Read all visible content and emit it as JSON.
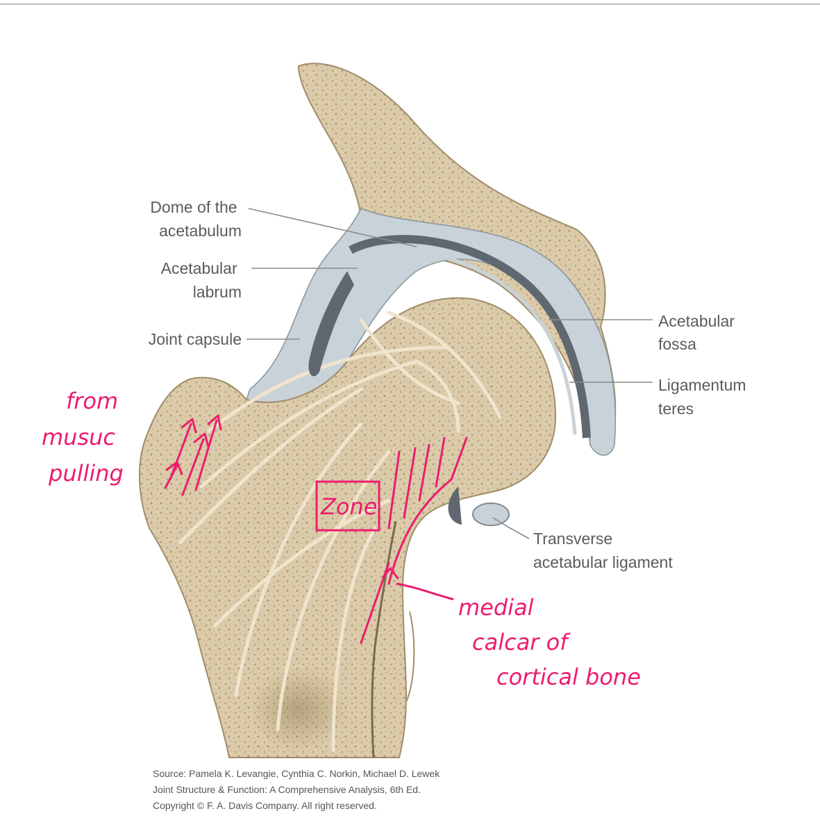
{
  "labels": {
    "dome": [
      "Dome of the",
      "acetabulum"
    ],
    "labrum": [
      "Acetabular",
      "labrum"
    ],
    "capsule": [
      "Joint capsule"
    ],
    "fossa": [
      "Acetabular",
      "fossa"
    ],
    "teres": [
      "Ligamentum",
      "teres"
    ],
    "transverse": [
      "Transverse",
      "acetabular ligament"
    ]
  },
  "annotations": {
    "muscle": [
      "from",
      "musuc",
      "pulling"
    ],
    "zone": "Zone",
    "calcar": [
      "medial",
      "calcar of",
      "cortical bone"
    ]
  },
  "source": [
    "Source: Pamela K. Levangie, Cynthia C. Norkin, Michael D. Lewek",
    "Joint Structure & Function: A Comprehensive Analysis, 6th Ed.",
    "Copyright © F. A. Davis Company. All right reserved."
  ],
  "colors": {
    "bone": "#dccbaa",
    "cartilage": "#c9d2d8",
    "dark_cartilage": "#5f6870",
    "annotation_ink": "#ec1c6e"
  }
}
